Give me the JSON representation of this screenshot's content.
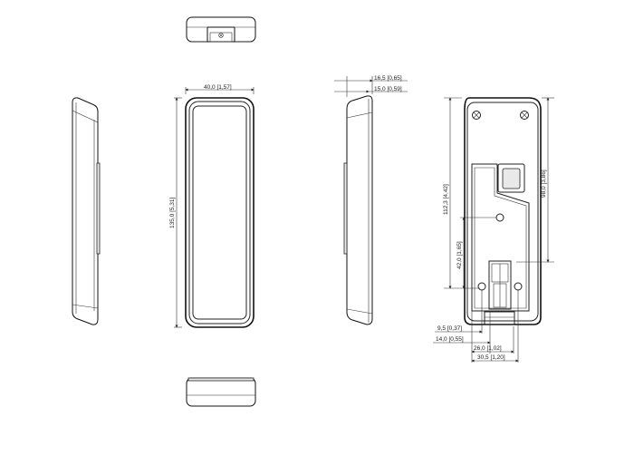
{
  "dimensions": {
    "front_width": "40,0 [1,57]",
    "front_height": "135,0 [5,31]",
    "side_depth_outer": "16,5 [0,65]",
    "side_depth_inner": "15,0 [0,59]",
    "back_height_total": "112,3 [4,42]",
    "back_height_upper": "98,0 [3,86]",
    "back_hole_spacing": "42,0 [1,65]",
    "bottom_offset_1": "9,5 [0,37]",
    "bottom_offset_2": "14,0 [0,55]",
    "bottom_width_1": "26,0 [1,02]",
    "bottom_width_2": "30,5 [1,20]"
  }
}
